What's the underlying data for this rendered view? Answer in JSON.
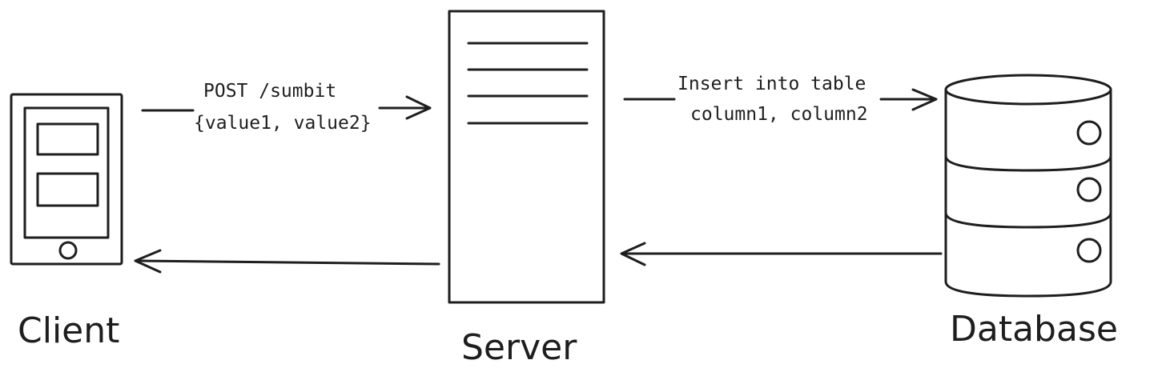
{
  "nodes": {
    "client": {
      "label": "Client"
    },
    "server": {
      "label": "Server"
    },
    "database": {
      "label": "Database"
    }
  },
  "edges": {
    "client_to_server": {
      "line1": "POST /sumbit",
      "line2": "{value1, value2}"
    },
    "server_to_database": {
      "line1": "Insert into table",
      "line2": "column1, column2"
    }
  },
  "colors": {
    "ink": "#1e1e1e",
    "hatch": "#9aa0a6",
    "blue_hatch": "#7d95d8",
    "red_hatch": "#c0392b"
  }
}
